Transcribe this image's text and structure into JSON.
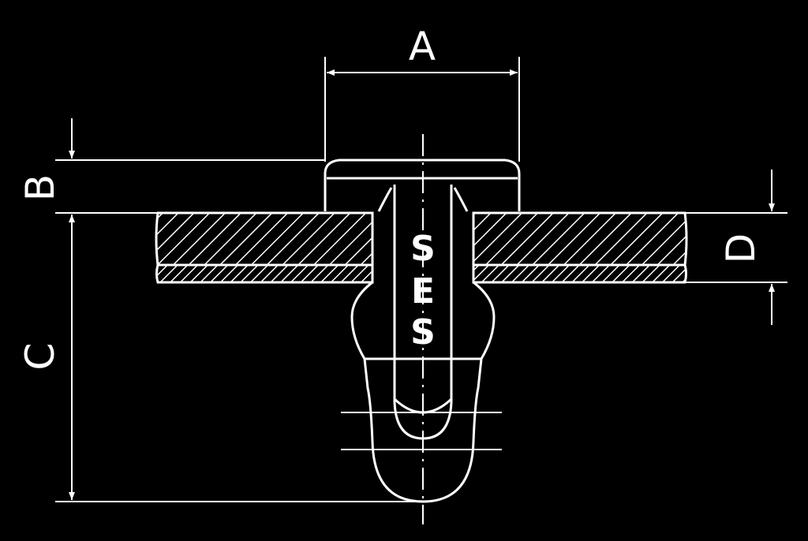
{
  "drawing": {
    "background_color": "#000000",
    "line_color": "#ffffff",
    "dimensions": {
      "a_label": "A",
      "b_label": "B",
      "c_label": "C",
      "d_label": "D"
    },
    "brand": {
      "letter_1": "S",
      "letter_2": "E",
      "letter_3": "S"
    }
  }
}
